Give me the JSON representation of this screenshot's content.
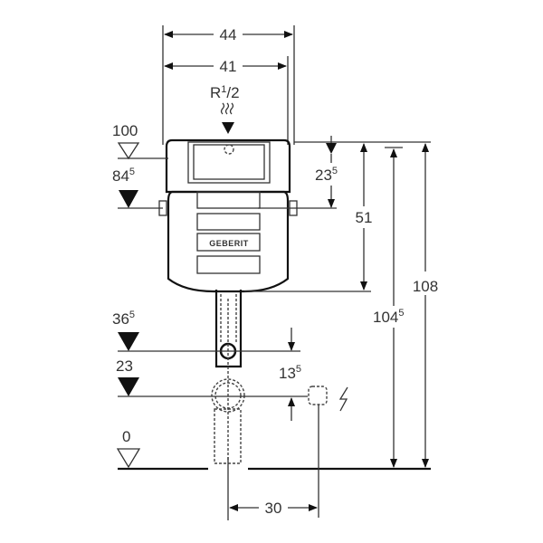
{
  "dimensions": {
    "width_outer": "44",
    "width_inner": "41",
    "connection_label": "R",
    "connection_sup": "1",
    "connection_sub": "/2",
    "height_total": "108",
    "height_104_main": "104",
    "height_104_sup": "5",
    "height_51": "51",
    "height_23_main": "23",
    "height_23_sup": "5",
    "height_13_main": "13",
    "height_13_sup": "5",
    "offset_30": "30"
  },
  "levels": [
    {
      "main": "100",
      "sup": ""
    },
    {
      "main": "84",
      "sup": "5"
    },
    {
      "main": "36",
      "sup": "5"
    },
    {
      "main": "23",
      "sup": ""
    },
    {
      "main": "0",
      "sup": ""
    }
  ],
  "logo_text": "GEBERIT"
}
